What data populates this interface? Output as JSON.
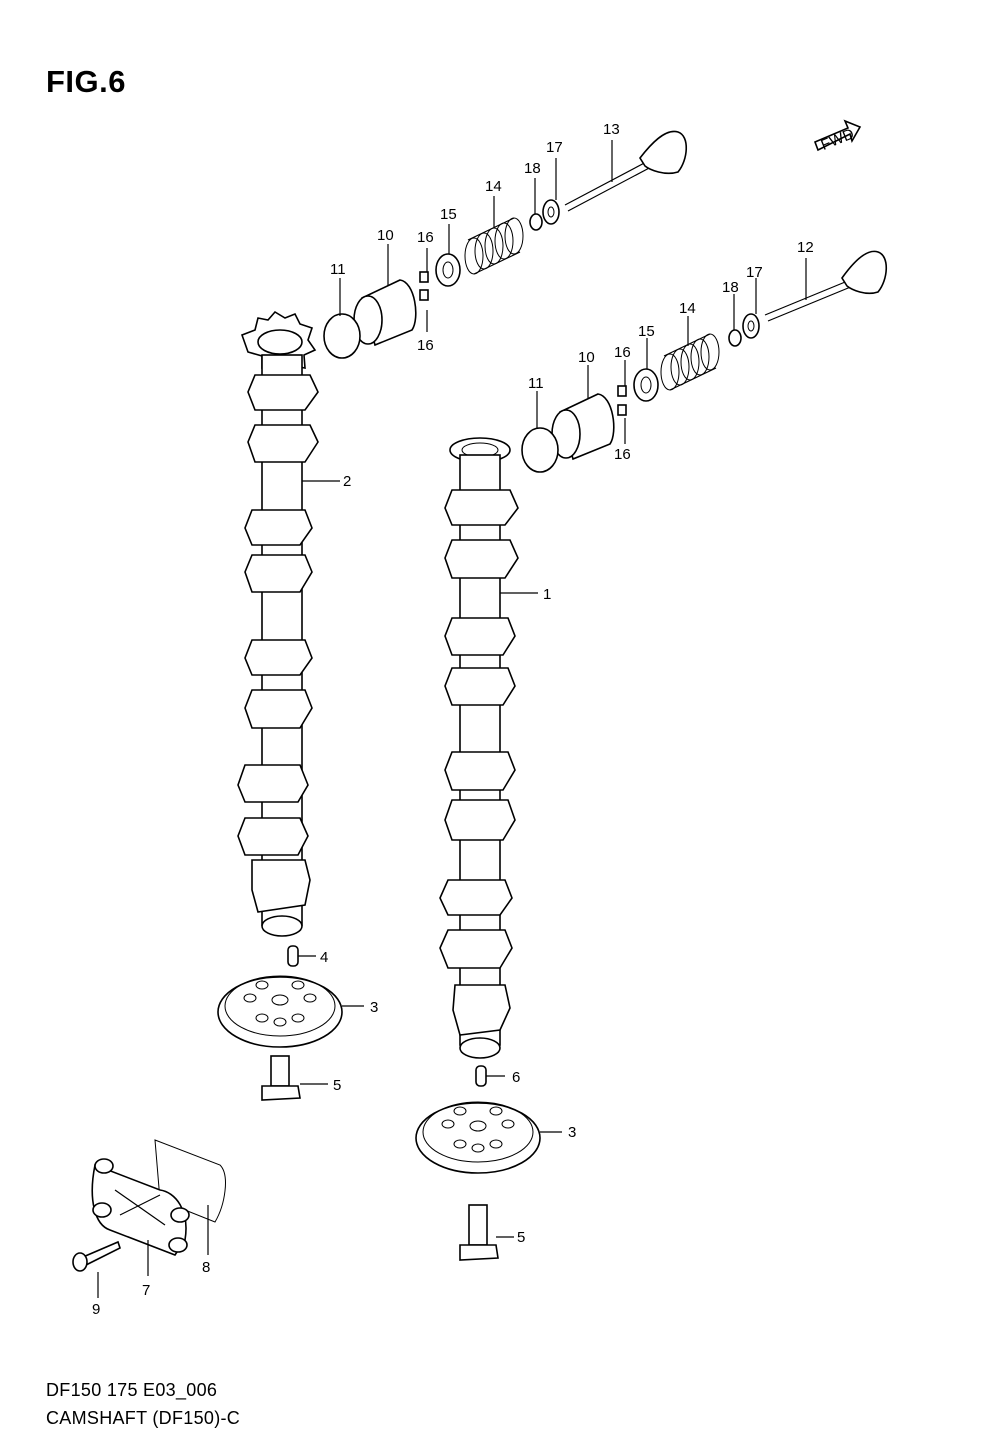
{
  "figure": {
    "title": "FIG.6",
    "fwd_label": "FWD",
    "code": "DF150 175 E03_006",
    "name": "CAMSHAFT (DF150)-C"
  },
  "callouts": [
    "1",
    "2",
    "3",
    "3",
    "4",
    "5",
    "5",
    "6",
    "7",
    "8",
    "9",
    "10",
    "10",
    "11",
    "11",
    "12",
    "13",
    "14",
    "14",
    "15",
    "15",
    "16",
    "16",
    "16",
    "16",
    "17",
    "17",
    "18",
    "18"
  ]
}
